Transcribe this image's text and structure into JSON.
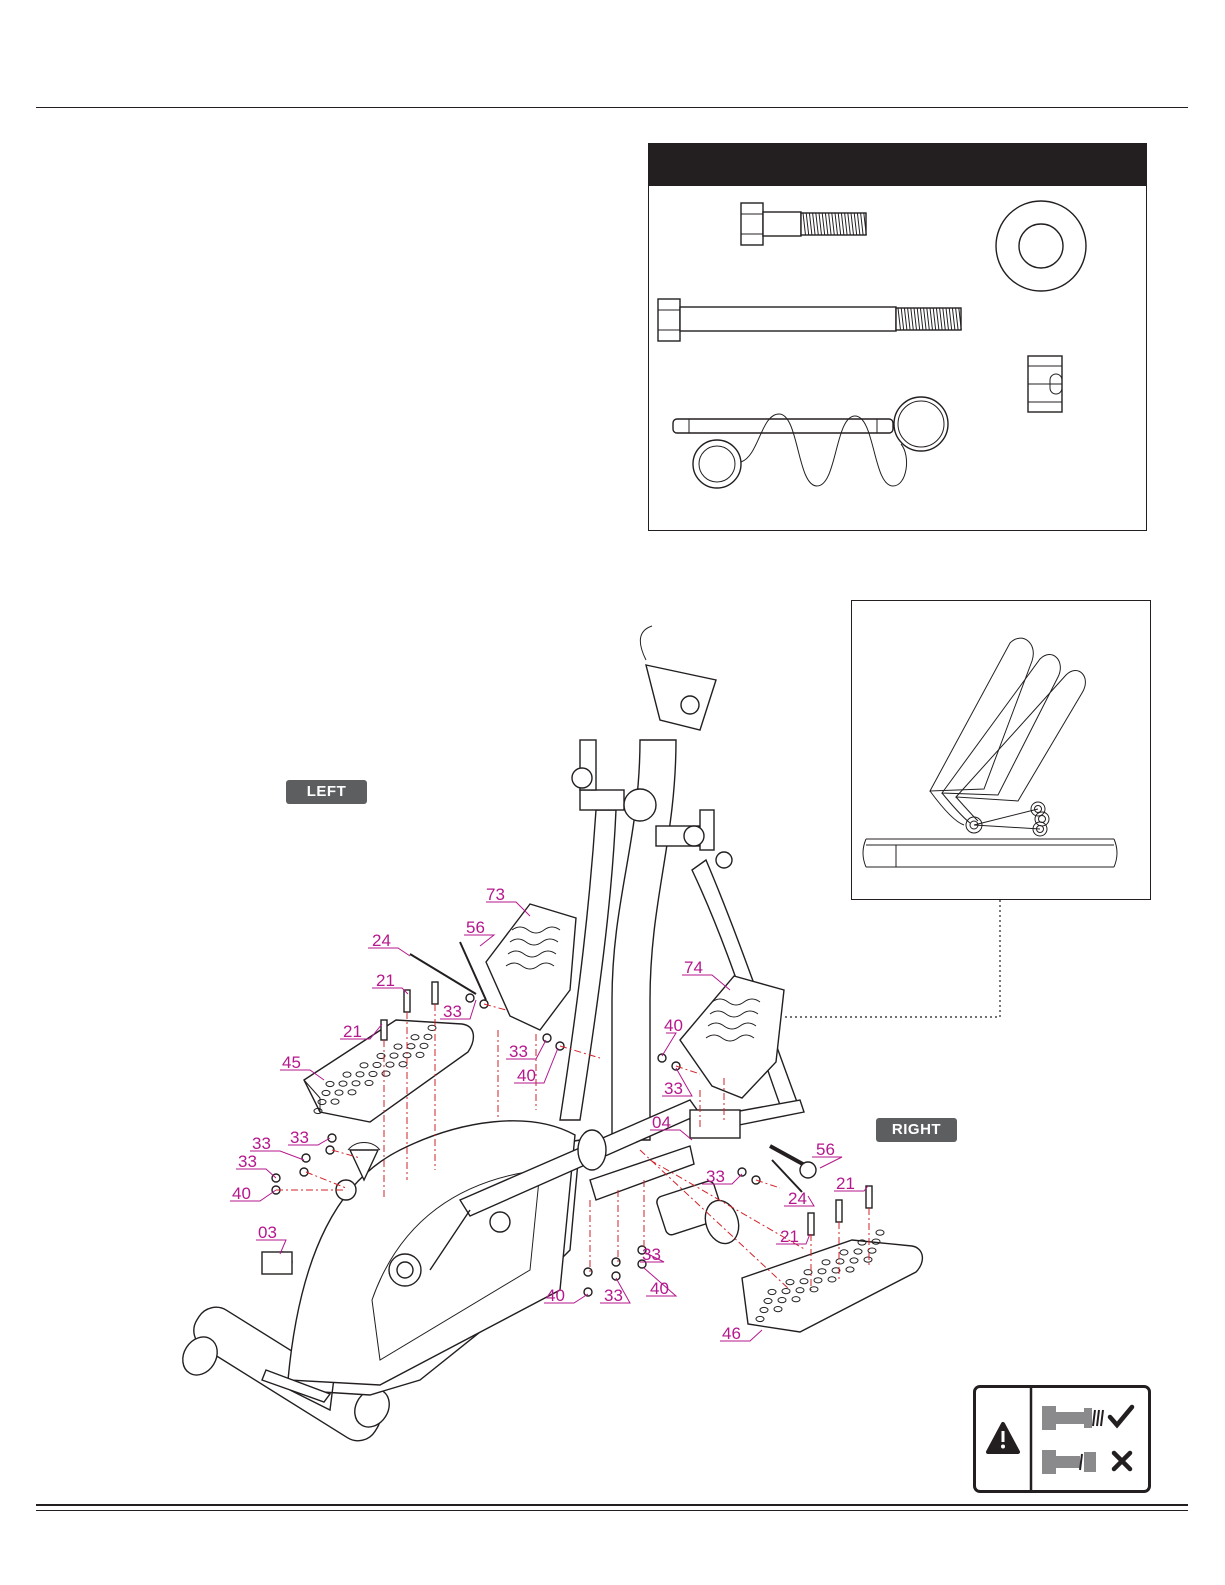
{
  "labels": {
    "left": "LEFT",
    "right": "RIGHT"
  },
  "callouts": [
    {
      "id": "c73",
      "text": "73"
    },
    {
      "id": "c56a",
      "text": "56"
    },
    {
      "id": "c24a",
      "text": "24"
    },
    {
      "id": "c21a",
      "text": "21"
    },
    {
      "id": "c33a",
      "text": "33"
    },
    {
      "id": "c21b",
      "text": "21"
    },
    {
      "id": "c33b",
      "text": "33"
    },
    {
      "id": "c40a",
      "text": "40"
    },
    {
      "id": "c45",
      "text": "45"
    },
    {
      "id": "c74",
      "text": "74"
    },
    {
      "id": "c40b",
      "text": "40"
    },
    {
      "id": "c33c",
      "text": "33"
    },
    {
      "id": "c04",
      "text": "04"
    },
    {
      "id": "c56b",
      "text": "56"
    },
    {
      "id": "c33d",
      "text": "33"
    },
    {
      "id": "c33e",
      "text": "33"
    },
    {
      "id": "c33f",
      "text": "33"
    },
    {
      "id": "c33g",
      "text": "33"
    },
    {
      "id": "c40c",
      "text": "40"
    },
    {
      "id": "c03",
      "text": "03"
    },
    {
      "id": "c24b",
      "text": "24"
    },
    {
      "id": "c21c",
      "text": "21"
    },
    {
      "id": "c21d",
      "text": "21"
    },
    {
      "id": "c33h",
      "text": "33"
    },
    {
      "id": "c40d",
      "text": "40"
    },
    {
      "id": "c33i",
      "text": "33"
    },
    {
      "id": "c40e",
      "text": "40"
    },
    {
      "id": "c46",
      "text": "46"
    }
  ],
  "hardware_items": [
    {
      "icon": "short-hex-bolt-icon"
    },
    {
      "icon": "flat-washer-icon"
    },
    {
      "icon": "long-hex-bolt-icon"
    },
    {
      "icon": "lock-nut-icon"
    },
    {
      "icon": "pull-pin-with-lanyard-icon"
    }
  ],
  "warning": {
    "icon": "warning-exclamation-icon",
    "correct_icon": "check-icon",
    "incorrect_icon": "cross-icon"
  },
  "colors": {
    "callout": "#b5178c",
    "dash_line": "#d2232a",
    "header_fill": "#231f20",
    "tag_fill": "#5d5e60"
  }
}
